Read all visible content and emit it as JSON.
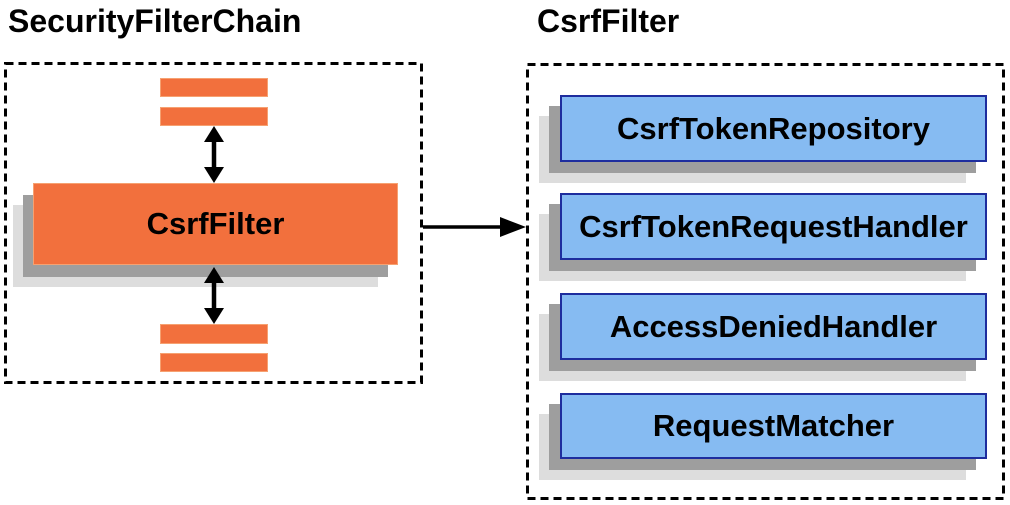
{
  "left_panel": {
    "title": "SecurityFilterChain",
    "filter_label": "CsrfFilter"
  },
  "right_panel": {
    "title": "CsrfFilter",
    "components": [
      "CsrfTokenRepository",
      "CsrfTokenRequestHandler",
      "AccessDeniedHandler",
      "RequestMatcher"
    ]
  },
  "icons": {
    "vertical_arrows": "bidirectional-arrow",
    "horizontal_arrow": "right-arrow"
  },
  "colors": {
    "orange_fill": "#f2703d",
    "orange_border": "#f6a171",
    "blue_fill": "#86bbf2",
    "blue_border": "#1e2d9e",
    "shadow_dark": "#9e9e9e",
    "shadow_light": "#dddddd",
    "arrow_color": "#000000",
    "text_color": "#000000"
  }
}
